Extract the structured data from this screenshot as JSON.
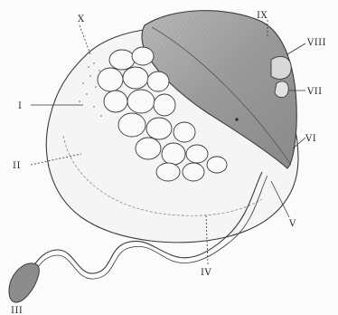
{
  "figure": {
    "labels": {
      "I": "I",
      "II": "II",
      "III": "III",
      "IV": "IV",
      "V": "V",
      "VI": "VI",
      "VII": "VII",
      "VIII": "VIII",
      "IX": "IX",
      "X": "X"
    },
    "colors": {
      "outline": "#3a3a3a",
      "shaded_body": "#9a9a9a",
      "shaded_body_light": "#c4c4c4",
      "background": "#fbfbfb"
    }
  }
}
